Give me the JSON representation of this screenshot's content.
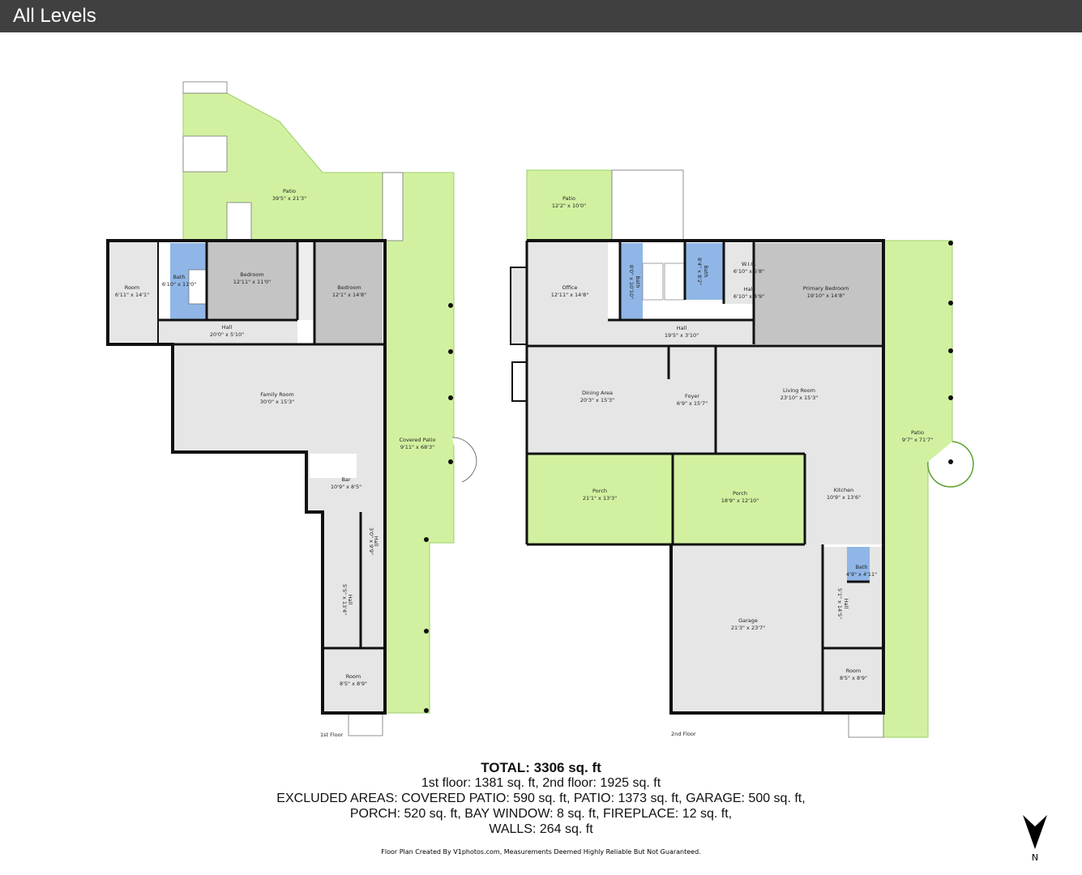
{
  "header": {
    "title": "All Levels"
  },
  "colors": {
    "outdoor": "#d2f1a0",
    "room": "#e6e6e6",
    "bedroom": "#c4c4c4",
    "bath": "#8fb6e6",
    "wall": "#111111",
    "header": "#404040"
  },
  "floor1": {
    "label": "1st Floor",
    "rooms": [
      {
        "name": "Patio",
        "dims": "39'5\" x 21'3\""
      },
      {
        "name": "Room",
        "dims": "6'11\" x 14'1\""
      },
      {
        "name": "Bath",
        "dims": "6'10\" x 11'0\""
      },
      {
        "name": "Bedroom",
        "dims": "12'11\" x 11'0\""
      },
      {
        "name": "Bedroom",
        "dims": "12'1\" x 14'8\""
      },
      {
        "name": "Hall",
        "dims": "20'0\" x 5'10\""
      },
      {
        "name": "Family Room",
        "dims": "30'0\" x 15'3\""
      },
      {
        "name": "Covered Patio",
        "dims": "9'11\" x 68'3\""
      },
      {
        "name": "Bar",
        "dims": "10'9\" x 8'5\""
      },
      {
        "name": "Hall",
        "dims": "3'0\" x 9'9\""
      },
      {
        "name": "Hall",
        "dims": "5'5\" x 13'4\""
      },
      {
        "name": "Room",
        "dims": "8'5\" x 8'9\""
      }
    ]
  },
  "floor2": {
    "label": "2nd Floor",
    "rooms": [
      {
        "name": "Patio",
        "dims": "12'2\" x 10'0\""
      },
      {
        "name": "Office",
        "dims": "12'11\" x 14'8\""
      },
      {
        "name": "Bath",
        "dims": "8'0\" x 10'10\""
      },
      {
        "name": "Bath",
        "dims": "8'4\" x 8'2\""
      },
      {
        "name": "W.I.C.",
        "dims": "6'10\" x 5'8\""
      },
      {
        "name": "Hall",
        "dims": "6'10\" x 4'9\""
      },
      {
        "name": "Primary Bedroom",
        "dims": "19'10\" x 14'8\""
      },
      {
        "name": "Hall",
        "dims": "19'5\" x 3'10\""
      },
      {
        "name": "Dining Area",
        "dims": "20'3\" x 15'3\""
      },
      {
        "name": "Foyer",
        "dims": "6'9\" x 15'7\""
      },
      {
        "name": "Living Room",
        "dims": "23'10\" x 15'3\""
      },
      {
        "name": "Patio",
        "dims": "9'7\" x 71'7\""
      },
      {
        "name": "Porch",
        "dims": "21'1\" x 13'3\""
      },
      {
        "name": "Porch",
        "dims": "18'9\" x 12'10\""
      },
      {
        "name": "Kitchen",
        "dims": "10'9\" x 13'6\""
      },
      {
        "name": "Bath",
        "dims": "4'9\" x 4'11\""
      },
      {
        "name": "Garage",
        "dims": "21'3\" x 23'7\""
      },
      {
        "name": "Hall",
        "dims": "5'1\" x 14'5\""
      },
      {
        "name": "Room",
        "dims": "8'5\" x 8'9\""
      }
    ]
  },
  "summary": {
    "total": "TOTAL: 3306 sq. ft",
    "line1": "1st floor: 1381 sq. ft, 2nd floor: 1925 sq. ft",
    "line2": "EXCLUDED AREAS: COVERED PATIO: 590 sq. ft, PATIO: 1373 sq. ft, GARAGE: 500 sq. ft,",
    "line3": "PORCH: 520 sq. ft, BAY WINDOW: 8 sq. ft, FIREPLACE: 12 sq. ft,",
    "line4": "WALLS: 264 sq. ft"
  },
  "footer_note": "Floor Plan Created By V1photos.com, Measurements Deemed Highly Reliable But Not Guaranteed.",
  "compass": {
    "label": "N"
  }
}
